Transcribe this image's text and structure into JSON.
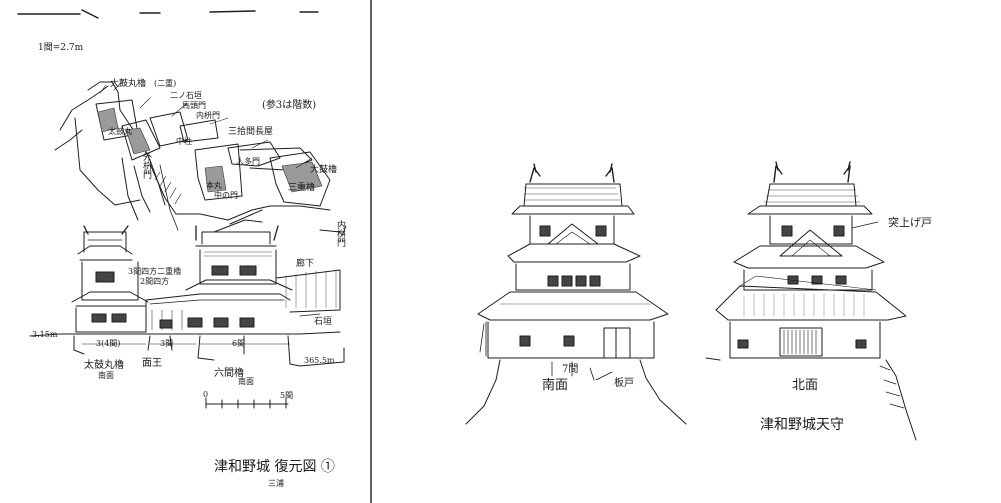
{
  "left_sheet": {
    "scale_note": "1間=2.7m",
    "plan_labels": {
      "taiko_maru": "太鼓丸櫓",
      "taiko_maru_sub": "(二重)",
      "plan_small_1": "二ノ石垣",
      "plan_small_2": "馬頭門",
      "uchi_masugata": "内枡門",
      "taikomaru": "太鼓丸",
      "soto_masugata": "外枡門",
      "sanjikken": "三拾間長屋",
      "nakabashira": "中柱",
      "honmaru": "本丸",
      "hitomu": "人多門",
      "daizoku": "大鼓櫓",
      "sanjuyagura": "三重櫓",
      "nakanomon": "中の門",
      "note_top": "(参3は階数)",
      "right_gate": "内桝門"
    },
    "elevation_labels": {
      "taiko_note_1": "3間四方二重櫓",
      "taiko_note_2": "2間四方",
      "roka": "廊下",
      "ishigaki": "石垣",
      "height_left": "3.15m",
      "height_right": "365.5m",
      "bay_left": "3(4間)",
      "bay_mid": "3間",
      "bay_right": "6間",
      "taiko_name": "太鼓丸櫓",
      "taiko_view": "南面",
      "tamon_name": "面王",
      "rokken": "六間櫓",
      "rokken_view": "南面",
      "scale_0": "0",
      "scale_5": "5間"
    },
    "title": "津和野城 復元図 ①",
    "author": "三浦"
  },
  "right_sheet": {
    "south_span": "7間",
    "south_label": "南面",
    "south_door": "板戸",
    "north_label": "北面",
    "north_window": "突上げ戸",
    "title": "津和野城天守"
  },
  "colors": {
    "ink": "#1e1e1e",
    "paper": "#ffffff",
    "hatch": "#9a9a9a"
  }
}
